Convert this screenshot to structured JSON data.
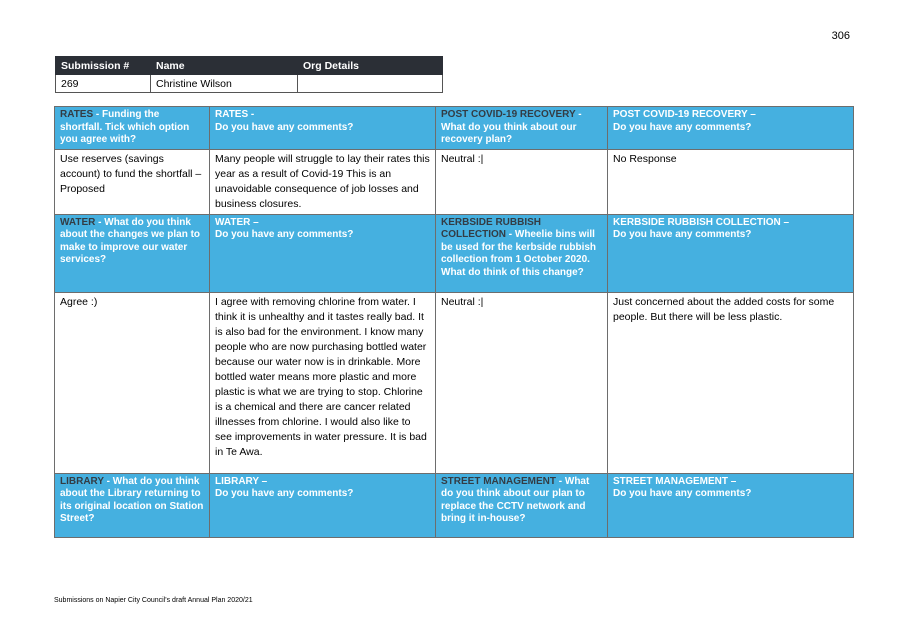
{
  "page_number": "306",
  "submission": {
    "headers": [
      "Submission #",
      "Name",
      "Org Details"
    ],
    "values": [
      "269",
      "Christine Wilson",
      ""
    ]
  },
  "rows": [
    {
      "questions": [
        {
          "topic": "RATES",
          "rest": " - Funding the shortfall. Tick which option you agree with?"
        },
        {
          "topic": "RATES -",
          "rest": "Do you have any comments?"
        },
        {
          "topic": "POST COVID-19 RECOVERY",
          "rest": " - What do you think about our recovery plan?"
        },
        {
          "topic": "POST COVID-19 RECOVERY –",
          "rest": "Do you have any comments?"
        }
      ],
      "answers": [
        "Use reserves (savings account) to fund the shortfall – Proposed",
        "Many people will struggle to lay their rates this year as a result of Covid-19 This is an unavoidable consequence of job losses and business closures.",
        "Neutral :|",
        "No Response"
      ]
    },
    {
      "questions": [
        {
          "topic": "WATER",
          "rest": " - What do you think about the changes we plan to make to improve our water services?"
        },
        {
          "topic": "WATER –",
          "rest": "Do you have any comments?"
        },
        {
          "topic": "KERBSIDE RUBBISH COLLECTION",
          "rest": " - Wheelie bins will be used for the kerbside rubbish collection from 1 October 2020. What do think of this change?"
        },
        {
          "topic": "KERBSIDE RUBBISH COLLECTION –",
          "rest": "Do you have any comments?"
        }
      ],
      "answers": [
        "Agree :)",
        "I agree with removing chlorine from water. I think it is unhealthy and it tastes really bad. It is also bad for the environment. I know many people who are now purchasing bottled water because our water now is in drinkable. More bottled water means more plastic and more plastic is what we are trying to stop. Chlorine is a chemical and there are cancer related illnesses from chlorine. I would also like to see improvements in water pressure. It is bad in Te Awa.",
        "Neutral :|",
        "Just concerned about the added costs for some people. But there will be less plastic."
      ]
    },
    {
      "questions": [
        {
          "topic": "LIBRARY",
          "rest": " - What do you think about the Library returning to its original location on Station Street?"
        },
        {
          "topic": "LIBRARY –",
          "rest": "Do you have any comments?"
        },
        {
          "topic": "STREET MANAGEMENT",
          "rest": " - What do you think about our plan to replace the CCTV network and bring it in-house?"
        },
        {
          "topic": "STREET MANAGEMENT –",
          "rest": "Do you have any comments?"
        }
      ]
    }
  ],
  "footer": "Submissions on Napier City Council's draft Annual Plan 2020/21",
  "colors": {
    "header_bg": "#45b0e0",
    "submission_header_bg": "#2b2f36"
  }
}
